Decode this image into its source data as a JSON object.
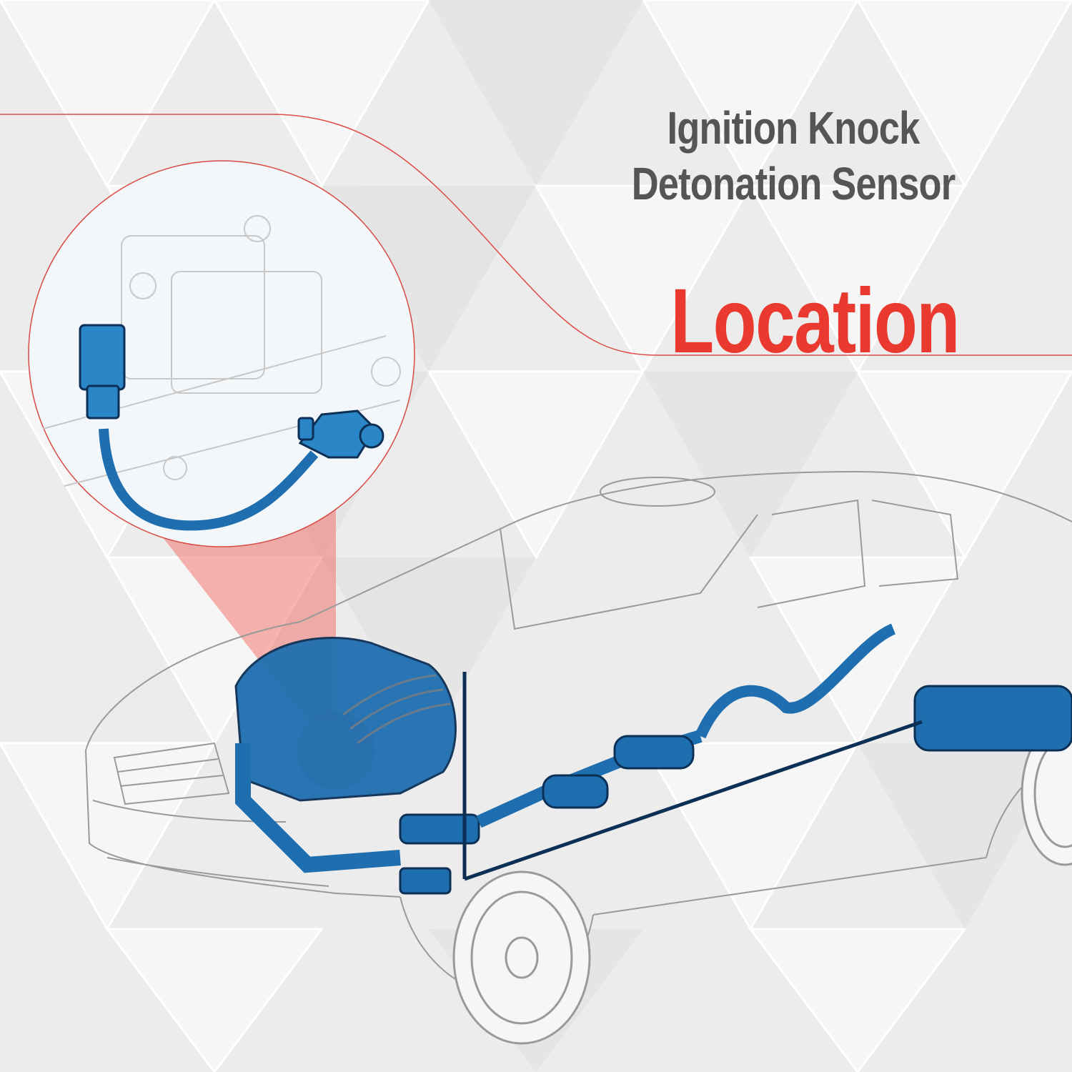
{
  "title": {
    "line1": "Ignition Knock",
    "line2": "Detonation Sensor"
  },
  "subtitle": "Location",
  "colors": {
    "title": "#555556",
    "accent_red": "#ea3a30",
    "part_blue": "#1f6fb0",
    "background": "#ececec"
  },
  "illustration": {
    "callout": "knock-sensor-closeup",
    "vehicle": "sedan-cutaway-with-engine-exhaust-fuel-system"
  }
}
